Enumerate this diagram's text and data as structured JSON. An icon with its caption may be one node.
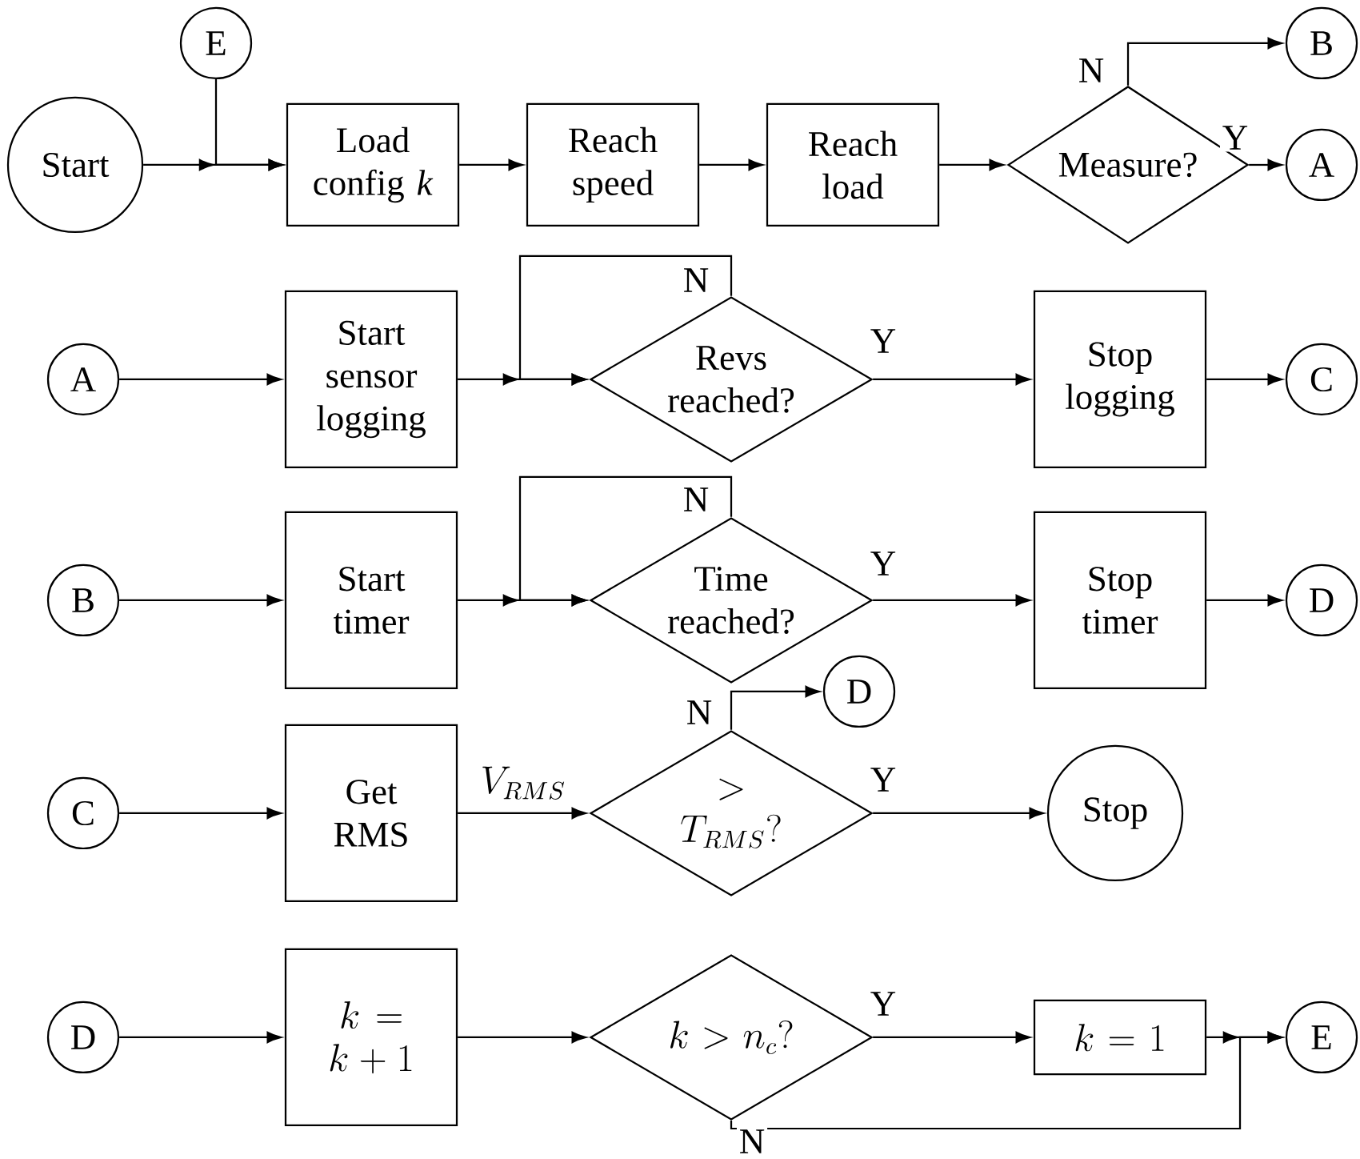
{
  "diagram": {
    "nodes": [
      {
        "text": [
          "E"
        ]
      },
      {
        "text": [
          "Start"
        ]
      },
      {
        "text": [
          "Load config *k*"
        ]
      },
      {
        "text": [
          "Reach speed"
        ]
      },
      {
        "text": [
          "Reach load"
        ]
      },
      {
        "text": [
          "Measure?"
        ]
      },
      {
        "text": [
          "B"
        ]
      },
      {
        "text": [
          "A"
        ]
      },
      {
        "text": [
          "A"
        ]
      },
      {
        "text": [
          "Start sensor logging"
        ]
      },
      {
        "text": [
          "Revs reached?"
        ]
      },
      {
        "text": [
          "Stop logging"
        ]
      },
      {
        "text": [
          "C"
        ]
      },
      {
        "text": [
          "B"
        ]
      },
      {
        "text": [
          "Start timer"
        ]
      },
      {
        "text": [
          "Time reached?"
        ]
      },
      {
        "text": [
          "Stop timer"
        ]
      },
      {
        "text": [
          "D"
        ]
      },
      {
        "text": [
          "D"
        ]
      },
      {
        "text": [
          "C"
        ]
      },
      {
        "text": [
          "Get RMS"
        ]
      },
      {
        "text": [
          "> T_{RMS}?"
        ]
      },
      {
        "text": [
          "Stop"
        ]
      },
      {
        "text": [
          "D"
        ]
      },
      {
        "text": [
          "k = k + 1"
        ]
      },
      {
        "text": [
          "k > n_c?"
        ]
      },
      {
        "text": [
          "k = 1"
        ]
      },
      {
        "text": [
          "E"
        ]
      }
    ],
    "edges": [
      {
        "from": 1,
        "to": 2,
        "arrow": "to"
      },
      {
        "from": 0,
        "to": 2,
        "arrow": "to"
      },
      {
        "from": 2,
        "to": 3,
        "arrow": "to"
      },
      {
        "from": 3,
        "to": 4,
        "arrow": "to"
      },
      {
        "from": 4,
        "to": 5,
        "arrow": "to"
      },
      {
        "from": 5,
        "to": 6,
        "arrow": "to",
        "label": "N"
      },
      {
        "from": 5,
        "to": 7,
        "arrow": "to",
        "label": "Y"
      },
      {
        "from": 8,
        "to": 9,
        "arrow": "to"
      },
      {
        "from": 9,
        "to": 10,
        "arrow": "to"
      },
      {
        "from": 10,
        "to": 10,
        "arrow": "to",
        "label": "N"
      },
      {
        "from": 10,
        "to": 11,
        "arrow": "to",
        "label": "Y"
      },
      {
        "from": 11,
        "to": 12,
        "arrow": "to"
      },
      {
        "from": 13,
        "to": 14,
        "arrow": "to"
      },
      {
        "from": 14,
        "to": 15,
        "arrow": "to"
      },
      {
        "from": 15,
        "to": 15,
        "arrow": "to",
        "label": "N"
      },
      {
        "from": 15,
        "to": 16,
        "arrow": "to",
        "label": "Y"
      },
      {
        "from": 16,
        "to": 17,
        "arrow": "to"
      },
      {
        "from": 21,
        "to": 18,
        "arrow": "to",
        "label": "N"
      },
      {
        "from": 19,
        "to": 20,
        "arrow": "to"
      },
      {
        "from": 20,
        "to": 21,
        "arrow": "to",
        "label": "V_{RMS}"
      },
      {
        "from": 21,
        "to": 22,
        "arrow": "to",
        "label": "Y"
      },
      {
        "from": 23,
        "to": 24,
        "arrow": "to"
      },
      {
        "from": 24,
        "to": 25,
        "arrow": "to"
      },
      {
        "from": 25,
        "to": 26,
        "arrow": "to",
        "label": "Y"
      },
      {
        "from": 26,
        "to": 27,
        "arrow": "to"
      },
      {
        "from": 25,
        "to": 27,
        "arrow": "to",
        "label": "N"
      }
    ]
  }
}
